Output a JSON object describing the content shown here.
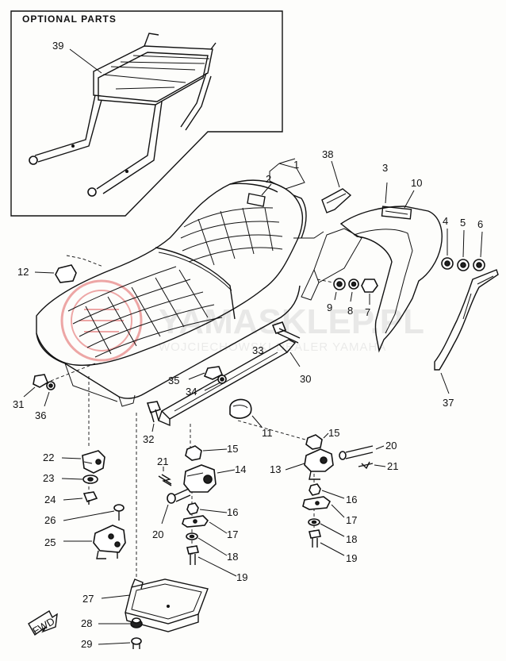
{
  "title": "OPTIONAL PARTS",
  "watermark": {
    "brand": "YAMASKLEP.PL",
    "tagline": "WOJCIECHOWSKI DEALER YAMAHA",
    "color": "#e06060"
  },
  "fwd_label": "FWD",
  "callouts": [
    {
      "id": "c39",
      "text": "39"
    },
    {
      "id": "c1",
      "text": "1"
    },
    {
      "id": "c2",
      "text": "2"
    },
    {
      "id": "c38",
      "text": "38"
    },
    {
      "id": "c3",
      "text": "3"
    },
    {
      "id": "c10",
      "text": "10"
    },
    {
      "id": "c4",
      "text": "4"
    },
    {
      "id": "c5",
      "text": "5"
    },
    {
      "id": "c6",
      "text": "6"
    },
    {
      "id": "c12",
      "text": "12"
    },
    {
      "id": "c9",
      "text": "9"
    },
    {
      "id": "c8",
      "text": "8"
    },
    {
      "id": "c7",
      "text": "7"
    },
    {
      "id": "c33",
      "text": "33"
    },
    {
      "id": "c30",
      "text": "30"
    },
    {
      "id": "c35",
      "text": "35"
    },
    {
      "id": "c34",
      "text": "34"
    },
    {
      "id": "c31",
      "text": "31"
    },
    {
      "id": "c36",
      "text": "36"
    },
    {
      "id": "c37",
      "text": "37"
    },
    {
      "id": "c32",
      "text": "32"
    },
    {
      "id": "c11",
      "text": "11"
    },
    {
      "id": "c15a",
      "text": "15"
    },
    {
      "id": "c15b",
      "text": "15"
    },
    {
      "id": "c20a",
      "text": "20"
    },
    {
      "id": "c21a",
      "text": "21"
    },
    {
      "id": "c22",
      "text": "22"
    },
    {
      "id": "c21b",
      "text": "21"
    },
    {
      "id": "c14",
      "text": "14"
    },
    {
      "id": "c13",
      "text": "13"
    },
    {
      "id": "c23",
      "text": "23"
    },
    {
      "id": "c24",
      "text": "24"
    },
    {
      "id": "c16a",
      "text": "16"
    },
    {
      "id": "c16b",
      "text": "16"
    },
    {
      "id": "c26",
      "text": "26"
    },
    {
      "id": "c20b",
      "text": "20"
    },
    {
      "id": "c17a",
      "text": "17"
    },
    {
      "id": "c17b",
      "text": "17"
    },
    {
      "id": "c25",
      "text": "25"
    },
    {
      "id": "c18a",
      "text": "18"
    },
    {
      "id": "c18b",
      "text": "18"
    },
    {
      "id": "c19a",
      "text": "19"
    },
    {
      "id": "c19b",
      "text": "19"
    },
    {
      "id": "c27",
      "text": "27"
    },
    {
      "id": "c28",
      "text": "28"
    },
    {
      "id": "c29",
      "text": "29"
    }
  ]
}
